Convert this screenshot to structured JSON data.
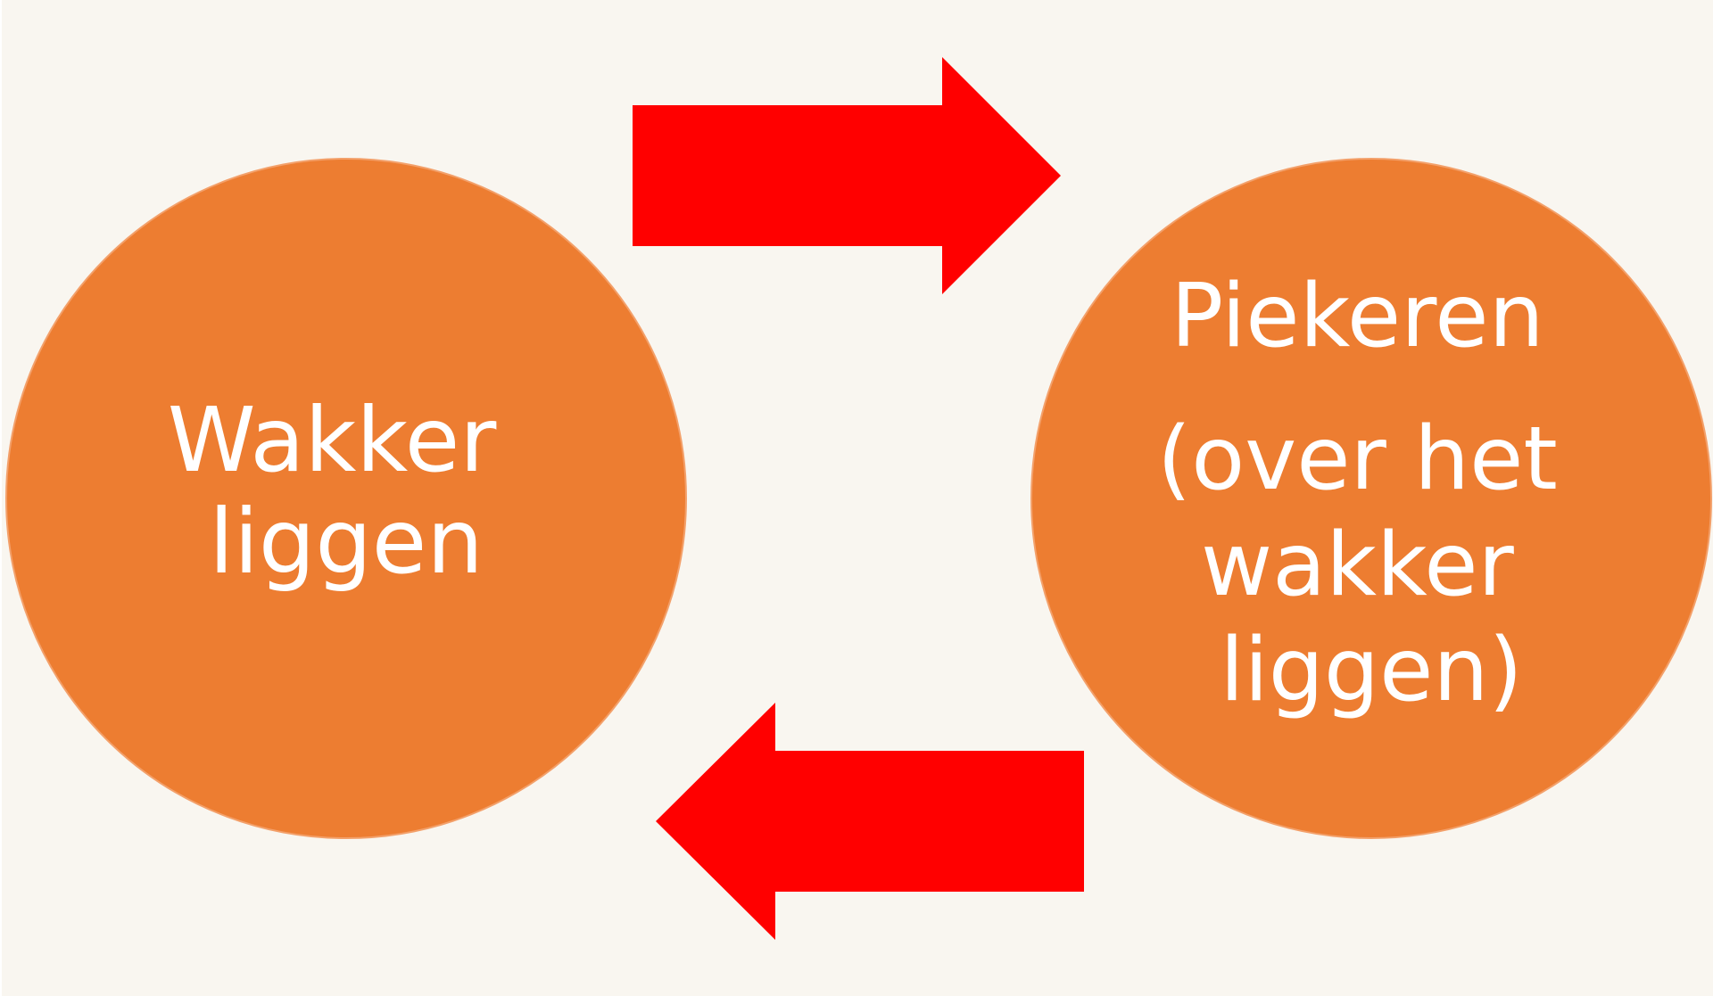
{
  "colors": {
    "background": "#f9f6f0",
    "node_fill": "#ed7d31",
    "arrow_fill": "#ff0000",
    "text": "#ffffff"
  },
  "nodes": {
    "left": {
      "lines": [
        "Wakker",
        "liggen"
      ]
    },
    "right": {
      "lines": [
        "Piekeren",
        "(over het",
        "wakker",
        "liggen)"
      ]
    }
  },
  "edges": [
    {
      "from": "left",
      "to": "right",
      "icon": "arrow-right-icon"
    },
    {
      "from": "right",
      "to": "left",
      "icon": "arrow-left-icon"
    }
  ]
}
